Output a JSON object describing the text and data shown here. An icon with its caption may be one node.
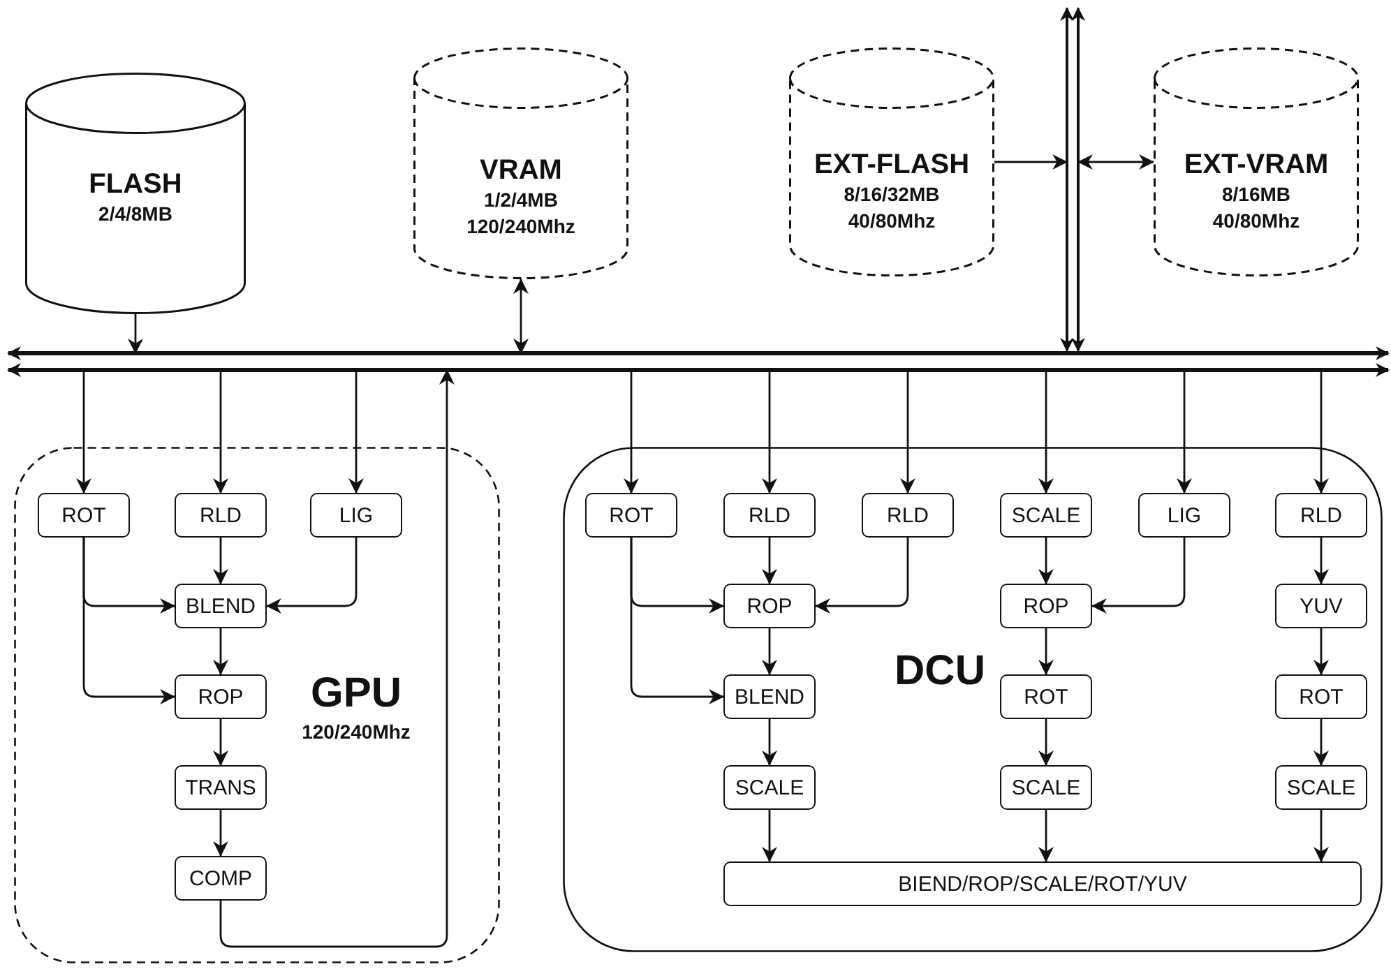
{
  "diagram": {
    "nodes": [
      {
        "text": [
          "FLASH",
          "2/4/8MB"
        ]
      },
      {
        "text": [
          "VRAM",
          "1/2/4MB 120/240Mhz"
        ]
      },
      {
        "text": [
          "EXT-FLASH",
          "8/16/32MB 40/80Mhz"
        ]
      },
      {
        "text": [
          "EXT-VRAM",
          "8/16MB 40/80Mhz"
        ]
      },
      {
        "text": [],
        "shape": "bar"
      },
      {
        "text": [],
        "shape": "bar"
      },
      {
        "text": [
          "GPU",
          "120/240Mhz"
        ]
      },
      {
        "text": [
          "ROT"
        ],
        "in": 6
      },
      {
        "text": [
          "RLD"
        ],
        "in": 6
      },
      {
        "text": [
          "LIG"
        ],
        "in": 6
      },
      {
        "text": [
          "BLEND"
        ],
        "in": 6
      },
      {
        "text": [
          "ROP"
        ],
        "in": 6
      },
      {
        "text": [
          "TRANS"
        ],
        "in": 6
      },
      {
        "text": [
          "COMP"
        ],
        "in": 6
      },
      {
        "text": [
          "DCU"
        ]
      },
      {
        "text": [
          "ROT"
        ],
        "in": 14
      },
      {
        "text": [
          "RLD"
        ],
        "in": 14
      },
      {
        "text": [
          "RLD"
        ],
        "in": 14
      },
      {
        "text": [
          "SCALE"
        ],
        "in": 14
      },
      {
        "text": [
          "LIG"
        ],
        "in": 14
      },
      {
        "text": [
          "RLD"
        ],
        "in": 14
      },
      {
        "text": [
          "ROP"
        ],
        "in": 14
      },
      {
        "text": [
          "ROP"
        ],
        "in": 14
      },
      {
        "text": [
          "YUV"
        ],
        "in": 14
      },
      {
        "text": [
          "BLEND"
        ],
        "in": 14
      },
      {
        "text": [
          "ROT"
        ],
        "in": 14
      },
      {
        "text": [
          "ROT"
        ],
        "in": 14
      },
      {
        "text": [
          "SCALE"
        ],
        "in": 14
      },
      {
        "text": [
          "SCALE"
        ],
        "in": 14
      },
      {
        "text": [
          "SCALE"
        ],
        "in": 14
      },
      {
        "text": [
          "BIEND/ROP/SCALE/ROT/YUV"
        ],
        "in": 14
      }
    ],
    "edges": [
      {
        "from": 0,
        "to": 4,
        "arrow": "to"
      },
      {
        "from": 1,
        "to": 4,
        "arrow": "both"
      },
      {
        "from": 2,
        "to": 5,
        "arrow": "to"
      },
      {
        "from": 5,
        "to": 3,
        "arrow": "both"
      },
      {
        "from": 4,
        "to": 7,
        "arrow": "to"
      },
      {
        "from": 4,
        "to": 8,
        "arrow": "to"
      },
      {
        "from": 4,
        "to": 9,
        "arrow": "to"
      },
      {
        "from": 13,
        "to": 4,
        "arrow": "to"
      },
      {
        "from": 7,
        "to": 10,
        "arrow": "to"
      },
      {
        "from": 8,
        "to": 10,
        "arrow": "to"
      },
      {
        "from": 9,
        "to": 10,
        "arrow": "to"
      },
      {
        "from": 7,
        "to": 11,
        "arrow": "to"
      },
      {
        "from": 10,
        "to": 11,
        "arrow": "to"
      },
      {
        "from": 11,
        "to": 12,
        "arrow": "to"
      },
      {
        "from": 12,
        "to": 13,
        "arrow": "to"
      },
      {
        "from": 4,
        "to": 15,
        "arrow": "to"
      },
      {
        "from": 4,
        "to": 16,
        "arrow": "to"
      },
      {
        "from": 4,
        "to": 17,
        "arrow": "to"
      },
      {
        "from": 4,
        "to": 18,
        "arrow": "to"
      },
      {
        "from": 4,
        "to": 19,
        "arrow": "to"
      },
      {
        "from": 4,
        "to": 20,
        "arrow": "to"
      },
      {
        "from": 15,
        "to": 21,
        "arrow": "to"
      },
      {
        "from": 16,
        "to": 21,
        "arrow": "to"
      },
      {
        "from": 17,
        "to": 21,
        "arrow": "to"
      },
      {
        "from": 15,
        "to": 24,
        "arrow": "to"
      },
      {
        "from": 21,
        "to": 24,
        "arrow": "to"
      },
      {
        "from": 24,
        "to": 27,
        "arrow": "to"
      },
      {
        "from": 27,
        "to": 30,
        "arrow": "to"
      },
      {
        "from": 18,
        "to": 22,
        "arrow": "to"
      },
      {
        "from": 19,
        "to": 22,
        "arrow": "to"
      },
      {
        "from": 22,
        "to": 25,
        "arrow": "to"
      },
      {
        "from": 25,
        "to": 28,
        "arrow": "to"
      },
      {
        "from": 28,
        "to": 30,
        "arrow": "to"
      },
      {
        "from": 20,
        "to": 23,
        "arrow": "to"
      },
      {
        "from": 23,
        "to": 26,
        "arrow": "to"
      },
      {
        "from": 26,
        "to": 29,
        "arrow": "to"
      },
      {
        "from": 29,
        "to": 30,
        "arrow": "to"
      }
    ]
  }
}
